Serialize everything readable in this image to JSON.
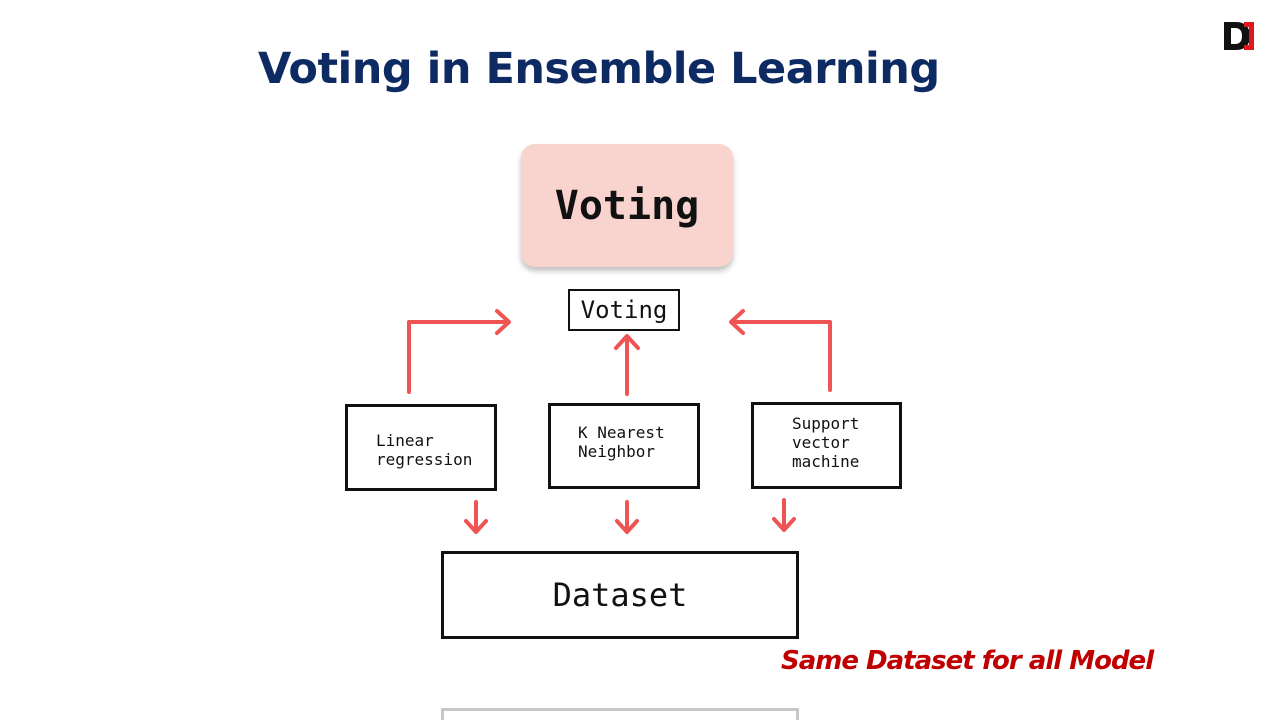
{
  "title": "Voting in Ensemble Learning",
  "logo": {
    "icon": "d-logo-icon",
    "colors": [
      "#111111",
      "#e0161e"
    ]
  },
  "diagram": {
    "header_label": "Voting",
    "voting_label": "Voting",
    "models": [
      {
        "label": "Linear\nregression"
      },
      {
        "label": "K Nearest\nNeighbor"
      },
      {
        "label": "Support\nvector\nmachine"
      }
    ],
    "dataset_label": "Dataset",
    "arrow_color": "#ef5455",
    "header_fill": "#f9d3cd"
  },
  "note": "Same Dataset for all Model"
}
